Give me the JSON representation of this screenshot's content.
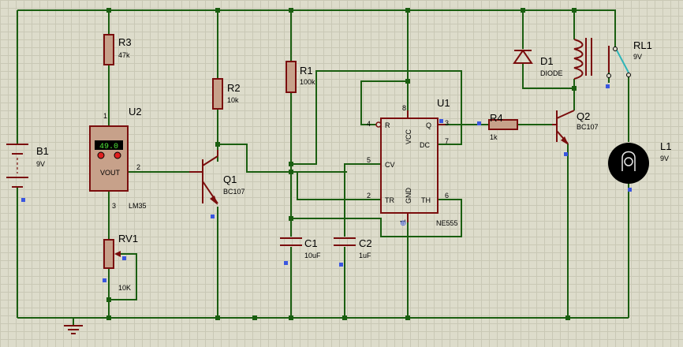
{
  "components": {
    "b1": {
      "ref": "B1",
      "value": "9V"
    },
    "r3": {
      "ref": "R3",
      "value": "47k"
    },
    "u2": {
      "ref": "U2",
      "part": "LM35",
      "display": "49.0",
      "pin_vout": "VOUT",
      "pin1": "1",
      "pin2": "2",
      "pin3": "3"
    },
    "rv1": {
      "ref": "RV1",
      "value": "10K"
    },
    "r2": {
      "ref": "R2",
      "value": "10k"
    },
    "q1": {
      "ref": "Q1",
      "value": "BC107"
    },
    "r1": {
      "ref": "R1",
      "value": "100k"
    },
    "c1": {
      "ref": "C1",
      "value": "10uF"
    },
    "c2": {
      "ref": "C2",
      "value": "1uF"
    },
    "u1": {
      "ref": "U1",
      "part": "NE555",
      "pins": {
        "r": "R",
        "vcc": "VCC",
        "q": "Q",
        "dc": "DC",
        "cv": "CV",
        "tr": "TR",
        "gnd": "GND",
        "th": "TH",
        "n1": "1",
        "n2": "2",
        "n3": "3",
        "n4": "4",
        "n5": "5",
        "n6": "6",
        "n7": "7",
        "n8": "8"
      }
    },
    "r4": {
      "ref": "R4",
      "value": "1k"
    },
    "q2": {
      "ref": "Q2",
      "value": "BC107"
    },
    "d1": {
      "ref": "D1",
      "value": "DIODE"
    },
    "rl1": {
      "ref": "RL1",
      "value": "9V"
    },
    "l1": {
      "ref": "L1",
      "value": "9V"
    }
  },
  "colors": {
    "wire": "#1a5e10",
    "component": "#7a0d0d",
    "marker": "#3a56e0",
    "background": "#dddccb",
    "grid": "#c9c8b5",
    "display_text": "#52e83a"
  }
}
